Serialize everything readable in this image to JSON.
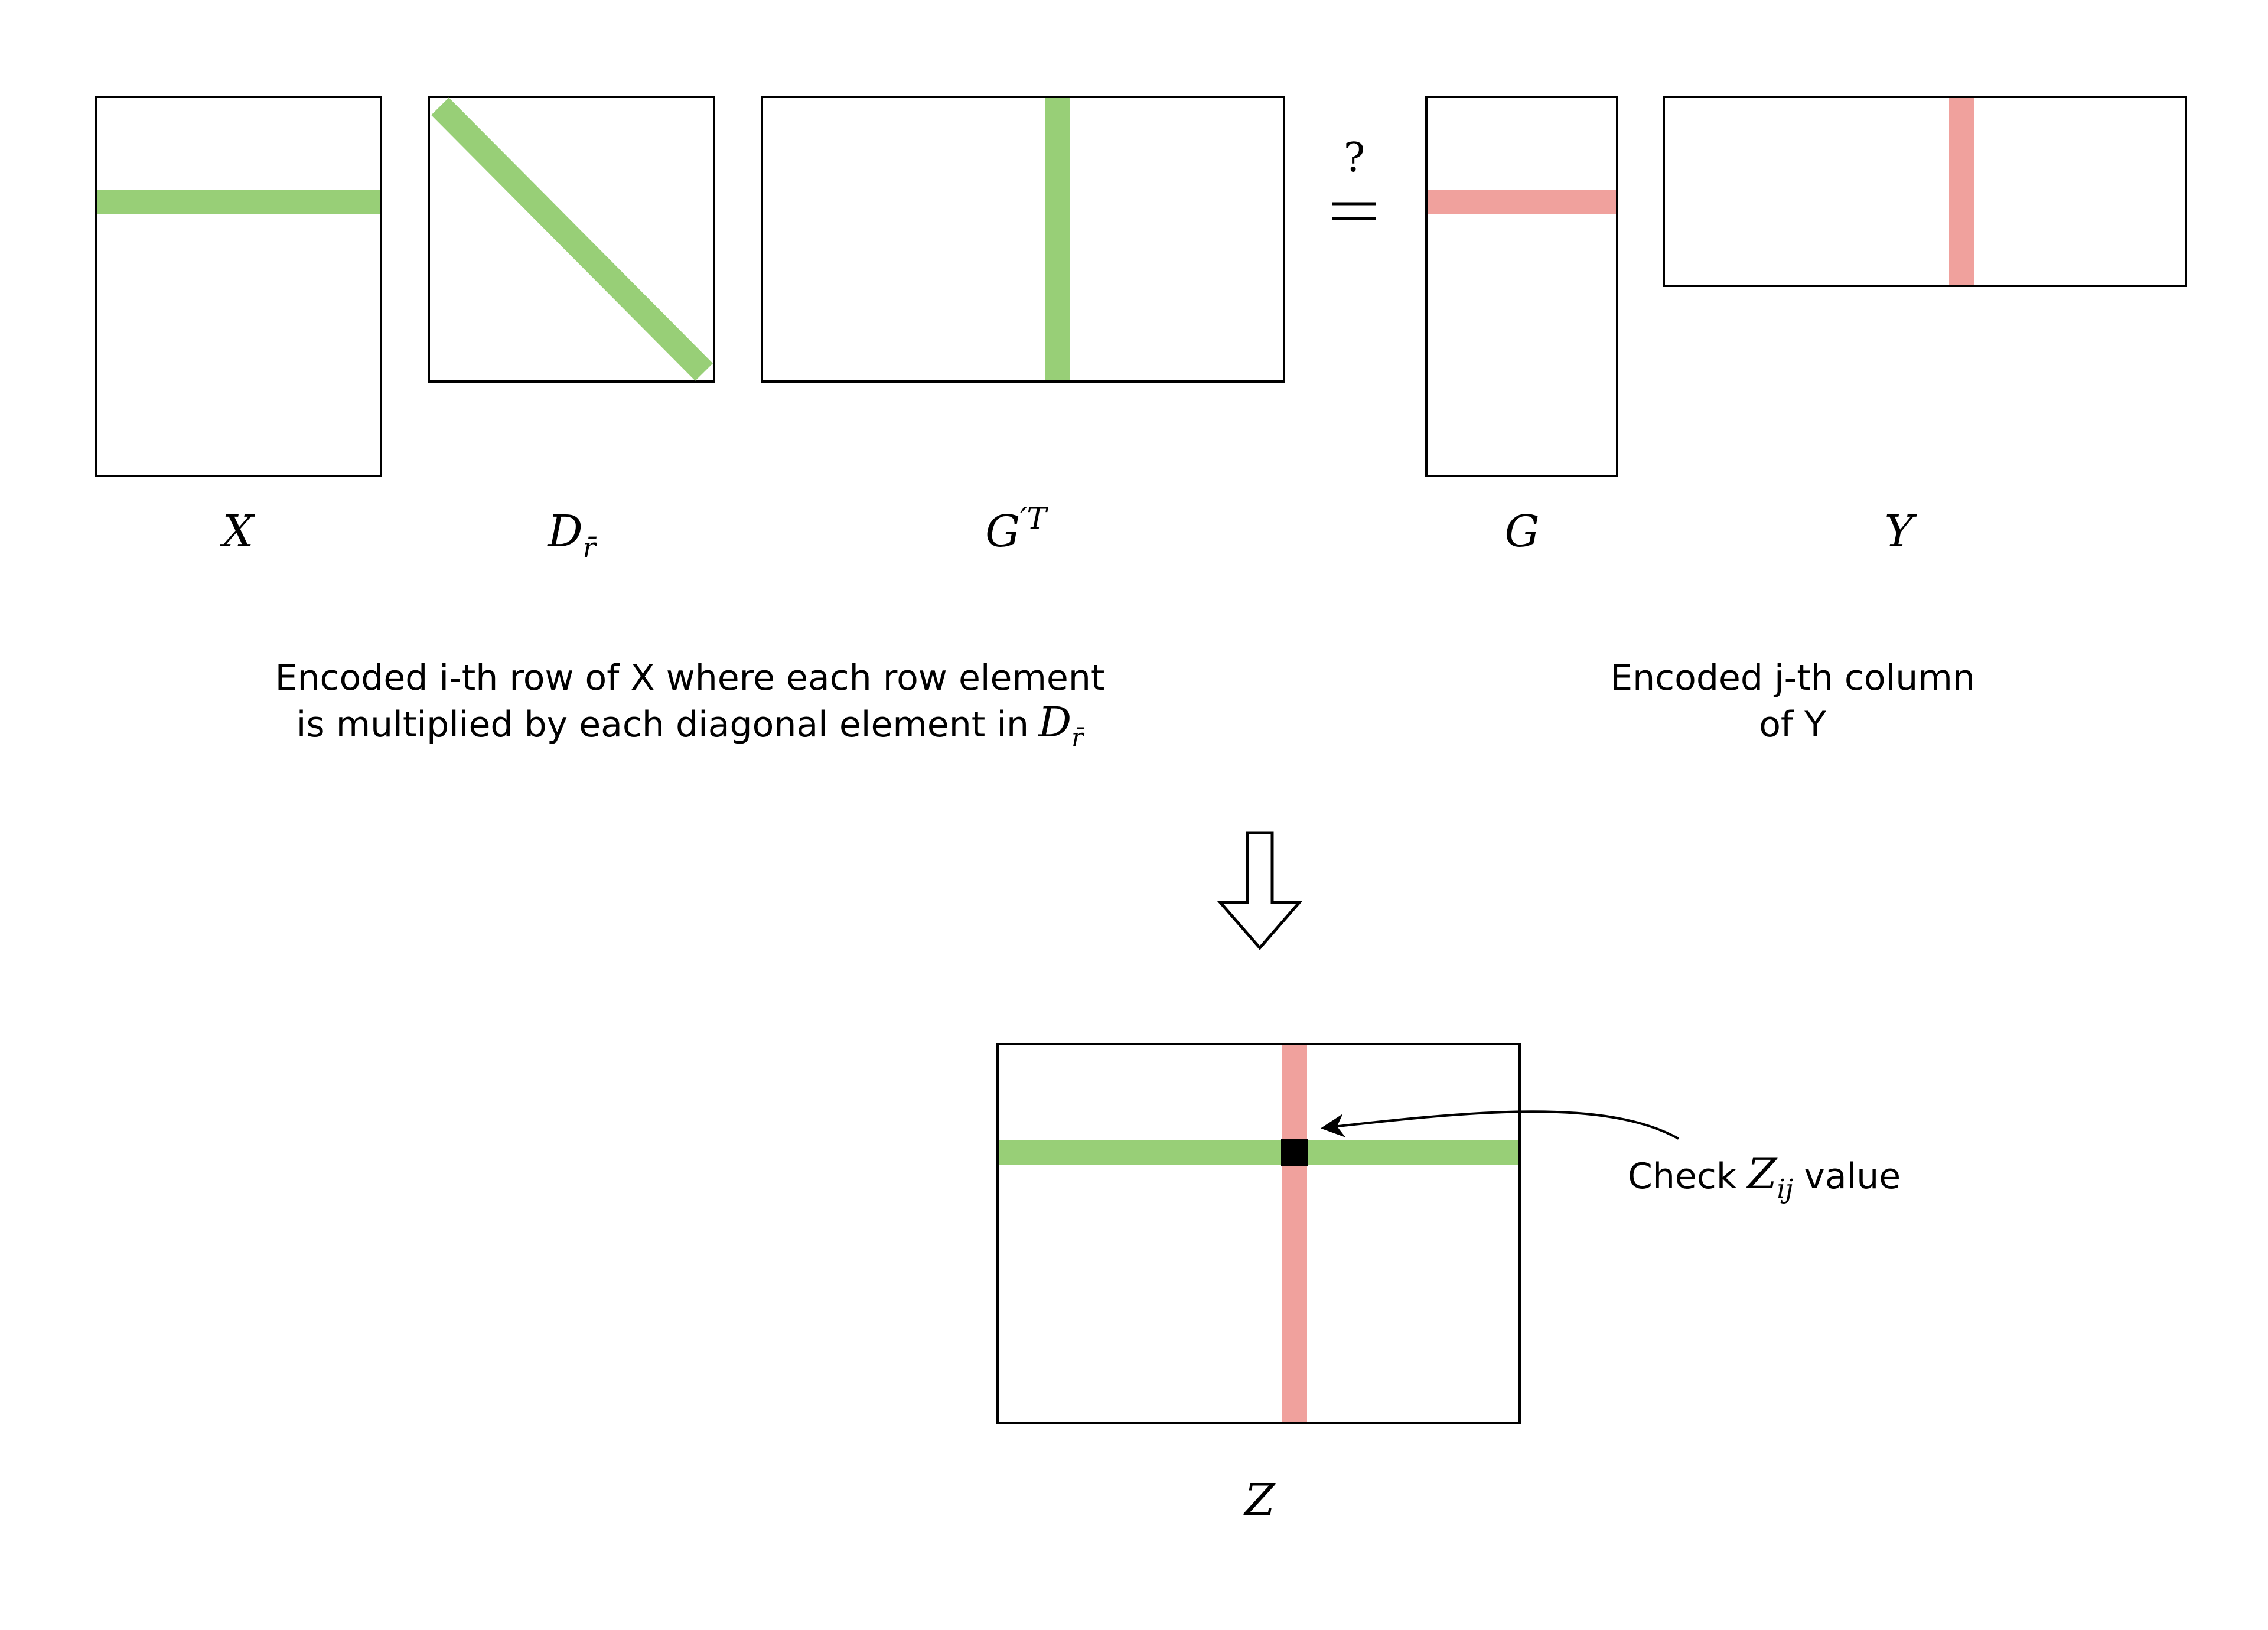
{
  "colors": {
    "green": "#98cf77",
    "red": "#f0a19d",
    "stroke": "#000000",
    "background": "#ffffff"
  },
  "matrices": {
    "x": {
      "letter": "X"
    },
    "d": {
      "letter": "D",
      "subscript": "r̄"
    },
    "gt": {
      "letter": "G",
      "superscript": "′T"
    },
    "g": {
      "letter": "G"
    },
    "y": {
      "letter": "Y"
    },
    "z": {
      "letter": "Z"
    }
  },
  "equation": {
    "question_mark": "?"
  },
  "captions": {
    "left_line1": "Encoded i-th row of X where each row element",
    "left_line2_text": "is multiplied by each diagonal element in",
    "left_line2_var": "D",
    "left_line2_sub": "r̄",
    "right_line1": "Encoded j-th column",
    "right_line2": "of Y"
  },
  "annotation": {
    "prefix": "Check",
    "var": "Z",
    "sub": "ij",
    "suffix": "value"
  },
  "icons": {
    "down_arrow": "hollow-down-arrow-icon",
    "pointer": "curved-arrow-icon"
  }
}
